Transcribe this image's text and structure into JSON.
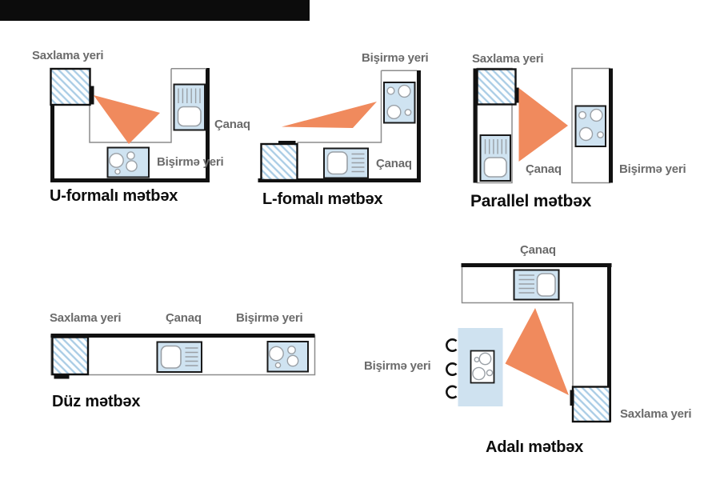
{
  "colors": {
    "triangle_orange": "#F08A5D",
    "appliance_blue": "#CFE3F1",
    "island_blue": "#CFE2F0",
    "hatch_blue": "#A9CCE5",
    "counter_black": "#111111",
    "counter_gray": "#8C8C8C",
    "appliance_border": "#1A1A1A",
    "detail_gray": "#9AA0A6",
    "label_gray": "#6B6B6B",
    "title_color": "#0D0D0D"
  },
  "diagrams": {
    "u_shape": {
      "title": "U-formalı mətbəx",
      "labels": {
        "storage": "Saxlama yeri",
        "sink": "Çanaq",
        "cooking": "Bişirmə yeri"
      }
    },
    "l_shape": {
      "title": "L-fomalı mətbəx",
      "labels": {
        "cooking": "Bişirmə yeri",
        "sink": "Çanaq"
      }
    },
    "parallel": {
      "title": "Parallel mətbəx",
      "labels": {
        "storage": "Saxlama yeri",
        "sink": "Çanaq",
        "cooking": "Bişirmə yeri"
      }
    },
    "straight": {
      "title": "Düz mətbəx",
      "labels": {
        "storage": "Saxlama yeri",
        "sink": "Çanaq",
        "cooking": "Bişirmə yeri"
      }
    },
    "island": {
      "title": "Adalı mətbəx",
      "labels": {
        "sink": "Çanaq",
        "cooking": "Bişirmə yeri",
        "storage": "Saxlama yeri"
      }
    }
  }
}
